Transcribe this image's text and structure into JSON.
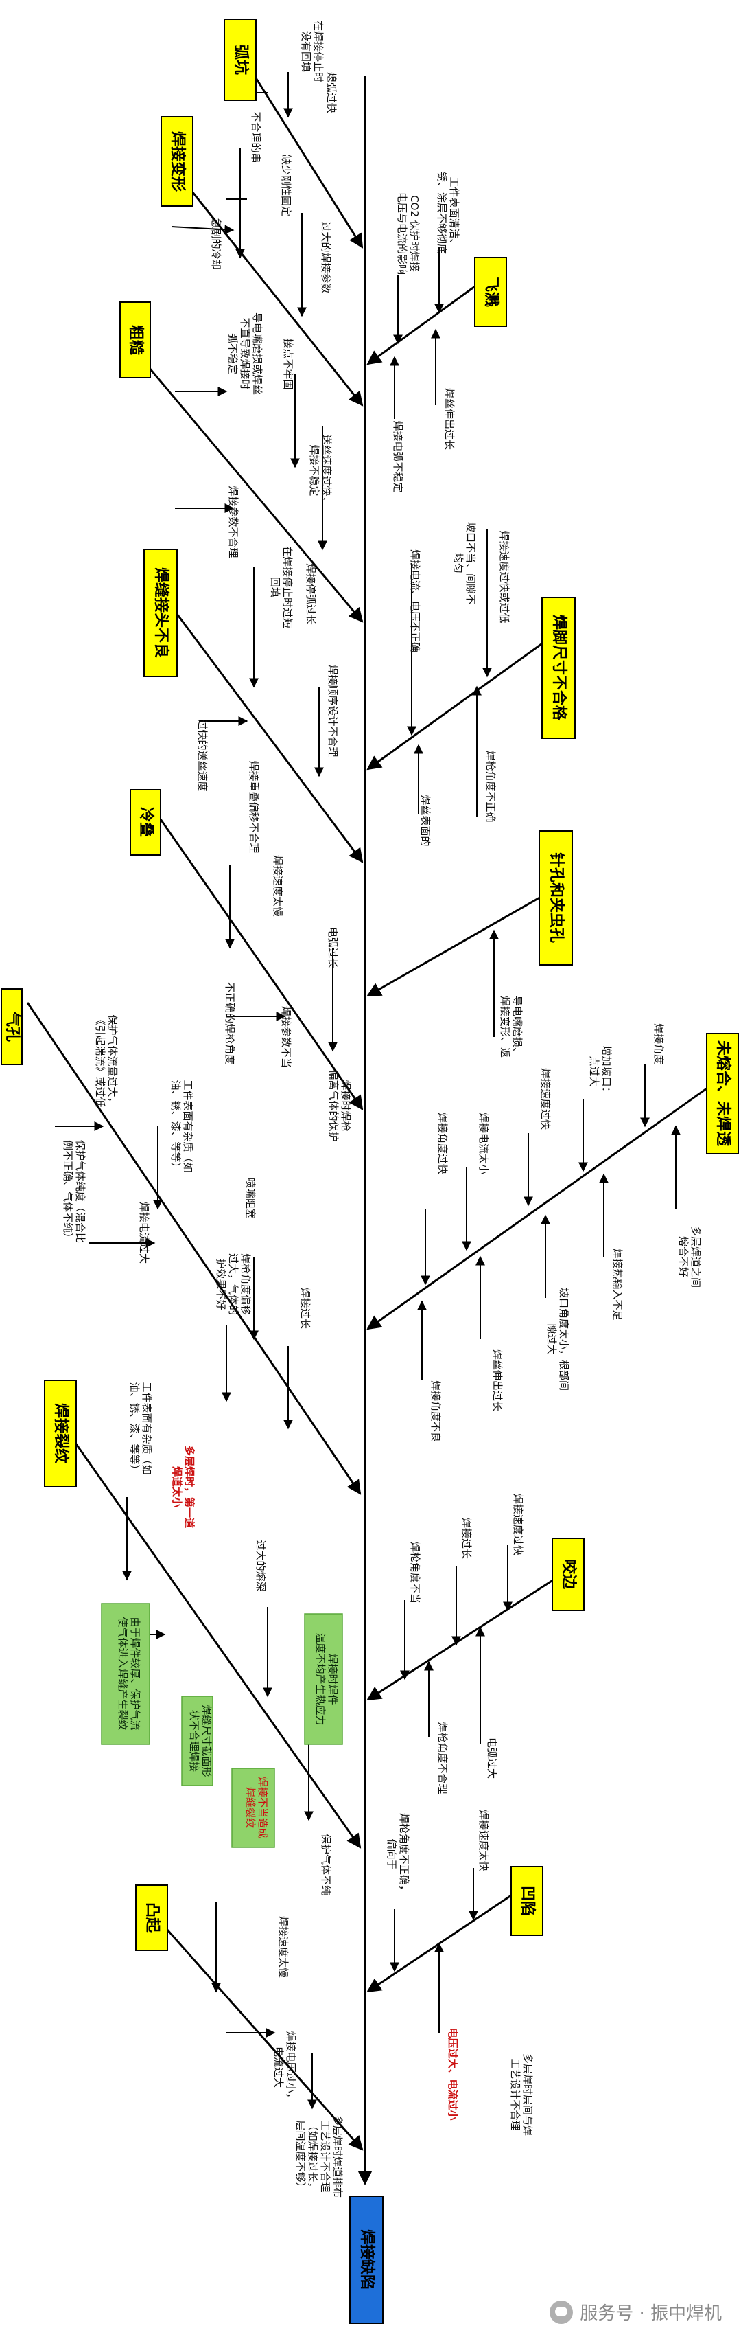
{
  "colors": {
    "category": "#ffff00",
    "head": "#1e6fd9",
    "note": "#8fd36a",
    "red": "#cc1111",
    "line": "#000000"
  },
  "head": "焊接缺陷",
  "watermark": "服务号 · 振中焊机",
  "categories": {
    "huokeng": "弧坑",
    "hanjiebianxing": "焊接变形",
    "cucao": "粗糙",
    "hanfengjietou": "焊缝接头不良",
    "lengdie": "冷叠",
    "qikong": "气孔",
    "hanjieliewen": "焊接裂纹",
    "tubeng": "凸起",
    "feijian": "飞溅",
    "hanjiaochicun": "焊脚尺寸不合格",
    "zhenkong": "针孔和夹虫孔",
    "weironghe": "未熔合、未焊透",
    "yaobian": "咬边",
    "aoxian": "凹陷"
  },
  "causes": {
    "c1": "在焊接停止时\n没有回填",
    "c2": "熄弧过快",
    "c3": "不合理的串",
    "c4": "缺少刚性固定",
    "c5": "过大的焊接参数",
    "c6": "急剧的冷却",
    "c7": "导电嘴磨损或焊丝\n不直导致焊接时\n弧不稳定",
    "c8": "接点不牢固",
    "c9": "送丝速度过快，\n焊接不稳定",
    "c10": "焊接参数不合理",
    "c11": "在焊接停止时过短\n回填",
    "c12": "焊接停弧过长",
    "c13": "焊接顺序设计不合理",
    "c14": "过快的送丝速度",
    "c15": "焊接重叠偏移不合理",
    "c16": "焊接速度太慢",
    "c17": "电弧过长",
    "c18": "不正确的焊枪角度",
    "c19": "焊接参数不当",
    "c20": "焊接时焊枪\n偏离气体的保护",
    "c21": "保护气体流量过大，\n《引起湍流》或过低",
    "c22": "工件表面有杂质（如\n油、锈、漆、等等）",
    "c23": "保护气体纯度（混合比\n例不正确、气体不纯）",
    "c24": "焊接电流过大",
    "c25": "喷嘴阻塞",
    "c26": "焊枪角度偏移\n过大，气体的\n护效果不好",
    "c27": "焊接过长",
    "c28": "工件表面有杂质（如\n油、锈、漆、等等）",
    "c29": "多层焊时，第一道\n焊道太小",
    "c30": "过大的熔深",
    "c31": "保护气体不纯",
    "c32": "焊枪角度不正确，\n偏向于",
    "c33": "焊接速度太慢",
    "c34": "焊接电压过小，\n电流过大",
    "c35": "多层焊时焊道排布\n工艺设计不合理\n（如焊接过长，\n层间温度不够）",
    "c36": "工件表面清洁、\n锈、涂层不够彻底",
    "c37": "CO2 保护时焊接\n电压与电流的影响",
    "c38": "焊丝伸出过长",
    "c39": "焊接电弧不稳定",
    "c40": "焊接速度过快或过低",
    "c41": "坡口不当、间隙不\n均匀",
    "c42": "焊接电流、电压不正确",
    "c43": "焊枪角度不正确",
    "c44": "焊丝表面的",
    "c45": "导电嘴磨损、\n焊接变形、返",
    "c46": "焊接角度",
    "c47": "增加坡口：\n点过大",
    "c48": "焊接速度过快",
    "c49": "焊接电流太小",
    "c50": "焊接角度过快",
    "c51": "多层焊道之间\n熔合不好",
    "c52": "焊接热输入不足",
    "c53": "坡口角度太小，根部间\n隙过大",
    "c54": "焊丝伸出过长",
    "c55": "焊接角度不良",
    "c56": "焊接速度过快",
    "c57": "焊接过长",
    "c58": "焊枪角度不当",
    "c59": "电弧过大",
    "c60": "焊枪角度不合理",
    "c61": "焊接速度太快",
    "c62": "多层焊时层间与焊\n工艺设计不合理",
    "c63": "电压过大、电流过小"
  },
  "notes": {
    "n1": "由于焊件较厚、保护气流\n使气体进入焊缝产生裂纹",
    "n2": "焊缝尺寸截面形\n状不合理焊接",
    "n3": "焊接不当造成\n焊缝裂纹",
    "n4": "焊接时焊件\n温度不均产生热应力"
  }
}
